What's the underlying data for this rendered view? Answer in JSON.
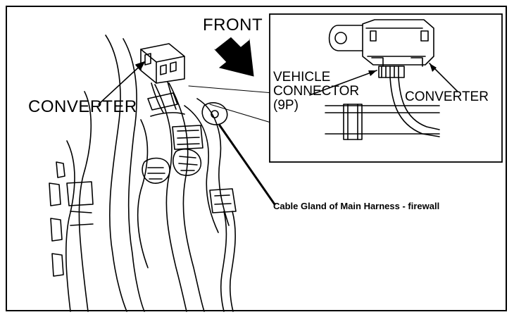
{
  "labels": {
    "front": "FRONT",
    "converter_main": "CONVERTER",
    "converter_inset": "CONVERTER",
    "vehicle_connector": [
      "VEHICLE",
      "CONNECTOR",
      "(9P)"
    ],
    "cable_gland": "Cable Gland of Main Harness - firewall"
  }
}
